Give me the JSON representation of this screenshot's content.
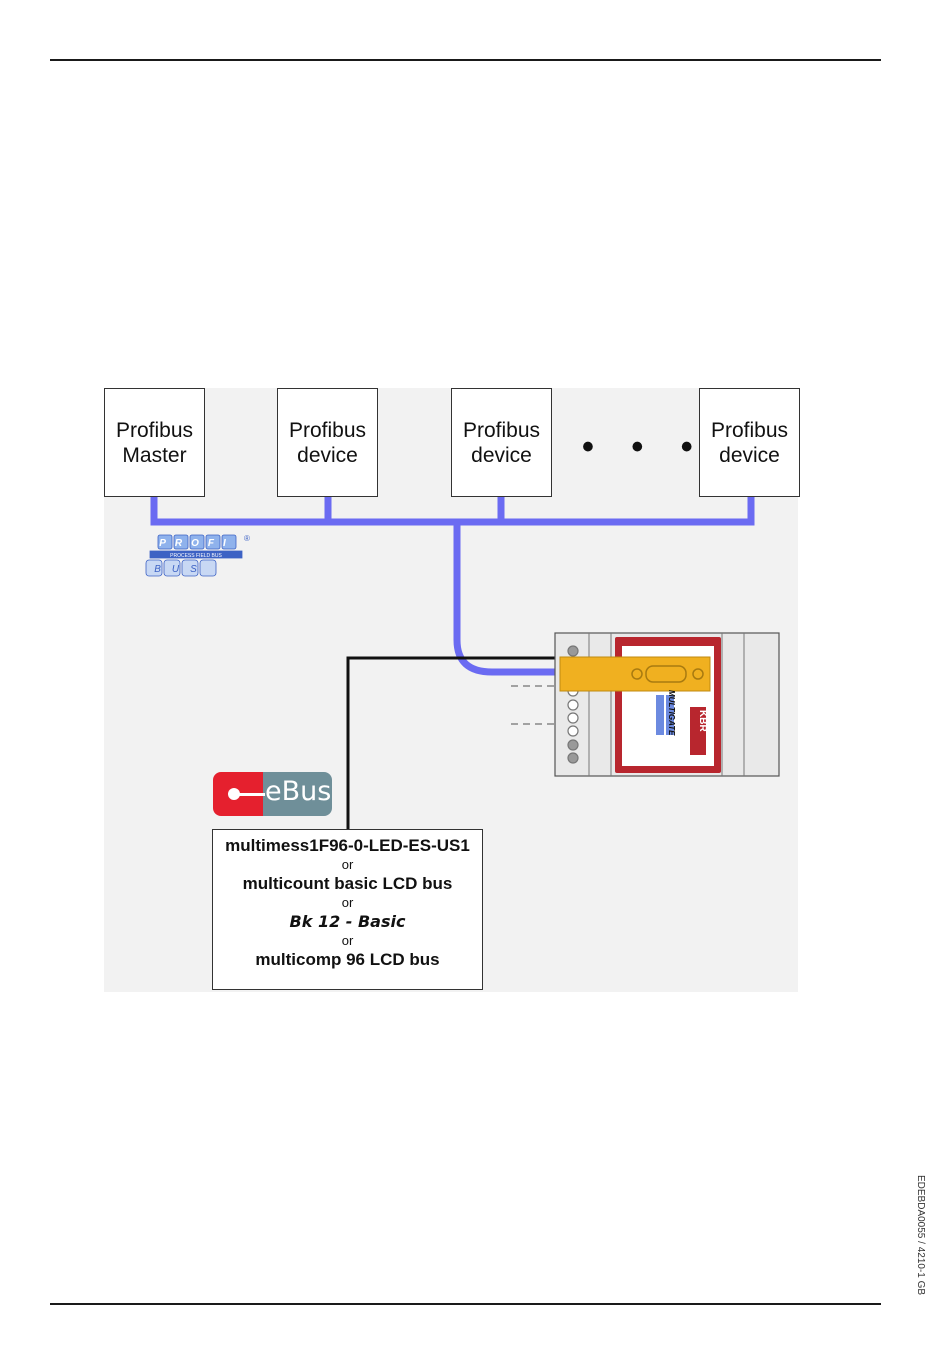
{
  "nodes": {
    "master": "Profibus\nMaster",
    "device1": "Profibus\ndevice",
    "device2": "Profibus\ndevice",
    "device3": "Profibus\ndevice",
    "ellipsis": "• • •"
  },
  "logos": {
    "profibus_top": "PROFI",
    "profibus_mid": "PROCESS FIELD BUS",
    "profibus_bottom": "BUS",
    "registered": "®",
    "ebus": "eBus"
  },
  "gateway": {
    "brand": "KBR",
    "model": "MULTIGATE"
  },
  "devices": {
    "d1": "multimess1F96-0-LED-ES-US1",
    "or1": "or",
    "d2": "multicount basic LCD bus",
    "or2": "or",
    "d3": "Bk 12 - Basic",
    "or3": "or",
    "d4": "multicomp 96 LCD bus"
  },
  "footer": {
    "doc_id": "EDEBDA0055 / 4210-1 GB"
  },
  "colors": {
    "profibus_line": "#6b6bf2",
    "ebus_line": "#111111",
    "connector": "#f0b020",
    "gateway_frame": "#b8262e"
  }
}
